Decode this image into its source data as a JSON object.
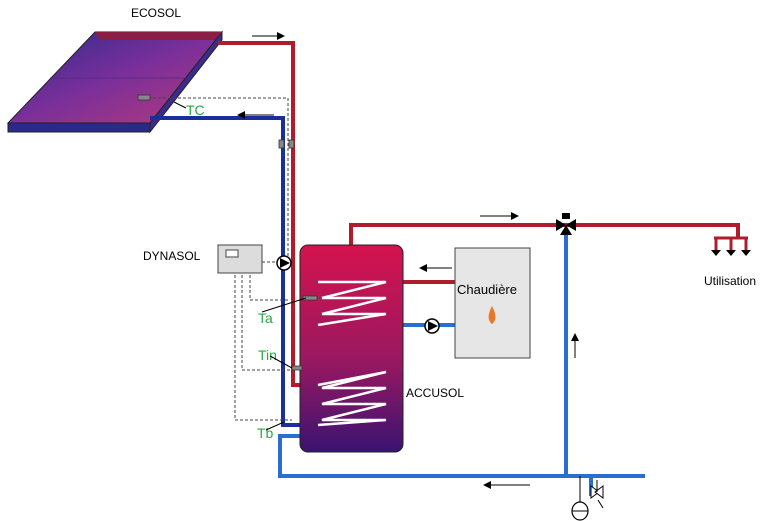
{
  "labels": {
    "collector": "ECOSOL",
    "controller": "DYNASOL",
    "tank": "ACCUSOL",
    "boiler": "Chaudière",
    "outlet": "Utilisation"
  },
  "sensors": {
    "collector": "TC",
    "tank_upper": "Ta",
    "tank_inlet": "Tin",
    "tank_bottom": "Tb"
  },
  "colors": {
    "hot_pipe": "#b01c2c",
    "cold_pipe": "#2a6fd0",
    "return_pipe": "#1a2f9a",
    "sensor_text": "#2aa84a",
    "tank_top": "#d4134e",
    "tank_bottom": "#3a1372",
    "boiler_fill": "#e6e6e6",
    "flame": "#e7782a"
  },
  "icons": [
    "arrow-icon",
    "pump-icon",
    "flame-icon",
    "three-way-valve-icon",
    "shower-head-icon",
    "expansion-vessel-icon",
    "safety-valve-icon"
  ]
}
